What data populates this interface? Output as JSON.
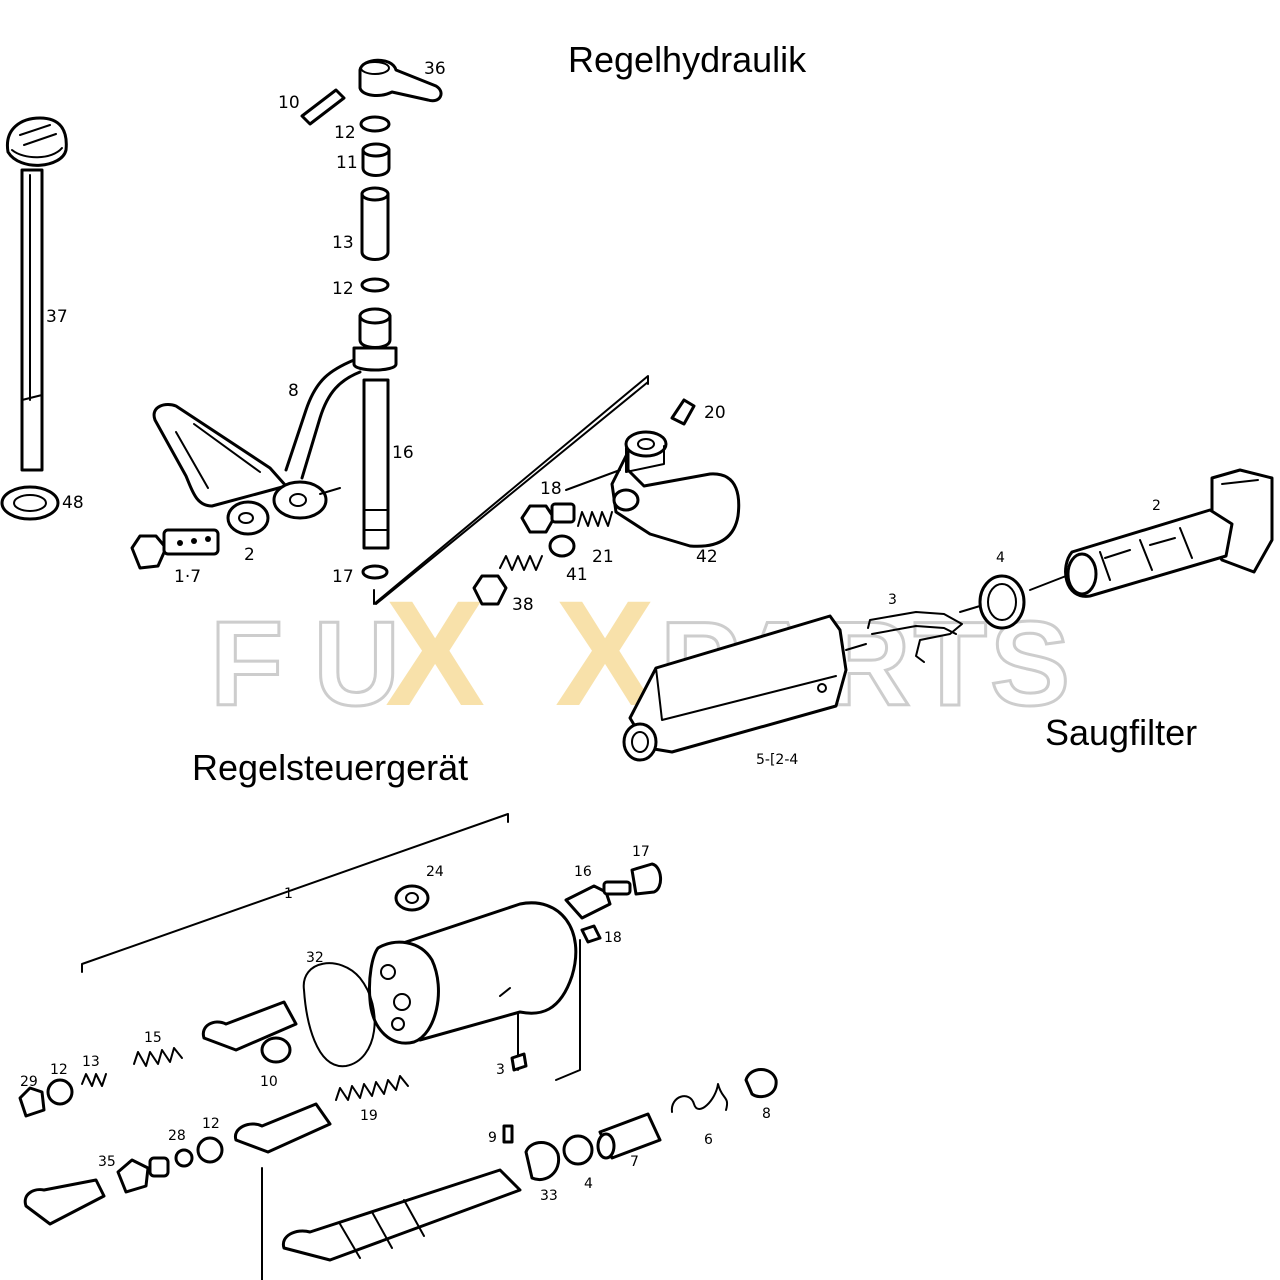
{
  "titles": {
    "top": "Regelhydraulik",
    "left": "Regelsteuergerät",
    "right": "Saugfilter"
  },
  "watermark": {
    "part1": "FU",
    "part2": "XX",
    "part3": "PARTS",
    "outline_color": "#bdbdbd",
    "accent_color": "#f5d58a"
  },
  "callouts": {
    "upper": [
      "36",
      "10",
      "12",
      "11",
      "13",
      "12",
      "37",
      "8",
      "16",
      "48",
      "2",
      "1·7",
      "17",
      "20",
      "18",
      "21",
      "41",
      "38",
      "42",
      "2",
      "4",
      "3",
      "5-[2-4"
    ],
    "lower": [
      "1",
      "24",
      "16",
      "17",
      "18",
      "32",
      "15",
      "29",
      "12",
      "13",
      "10",
      "3",
      "19",
      "28",
      "12",
      "9",
      "35",
      "33",
      "4",
      "7",
      "6",
      "8"
    ]
  },
  "icons": [
    "cap-icon",
    "lever-icon",
    "filter-cartridge-icon"
  ]
}
